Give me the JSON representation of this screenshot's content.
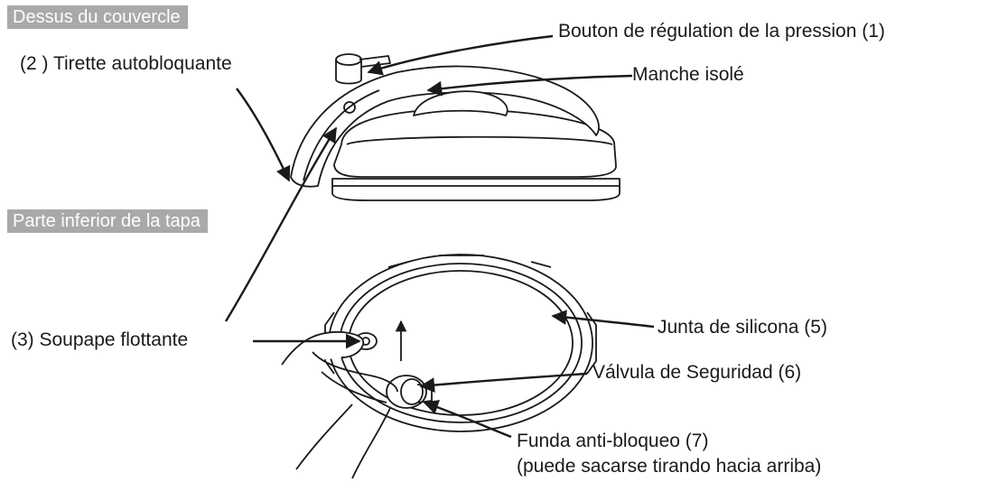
{
  "sections": {
    "top": "Dessus du couvercle",
    "bottom": "Parte inferior de la tapa"
  },
  "labels": {
    "pressure_knob": "Bouton de régulation de la pression (1)",
    "self_lock_pull": "(2 ) Tirette autobloquante",
    "handle": "Manche isolé",
    "float_valve": "(3) Soupape flottante",
    "silicone_gasket": "Junta de silicona (5)",
    "safety_valve": "Válvula de Seguridad (6)",
    "anti_block_line1": "Funda anti-bloqueo (7)",
    "anti_block_line2": "(puede sacarse tirando hacia arriba)"
  },
  "colors": {
    "tag_bg": "#a9a9a9",
    "ink": "#1a1a1a"
  }
}
